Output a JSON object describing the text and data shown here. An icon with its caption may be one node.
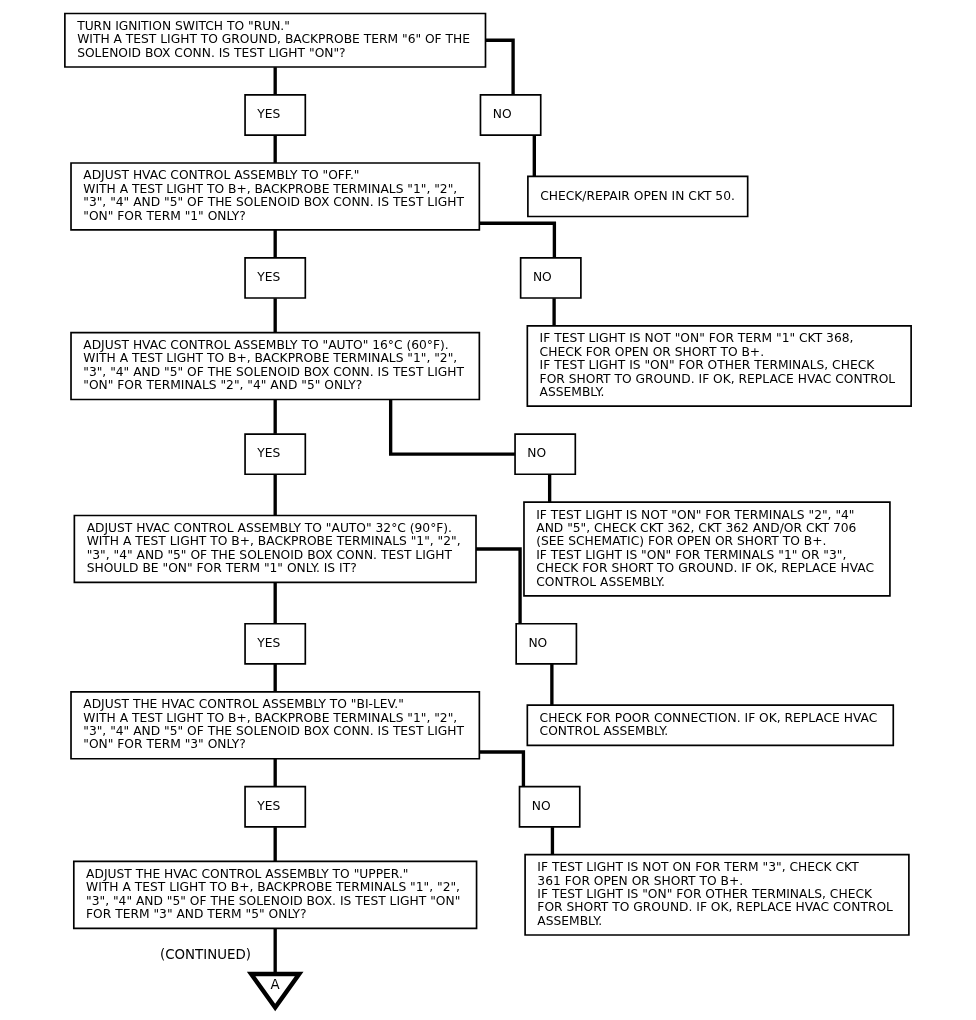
{
  "diagram": {
    "nodes": [
      {
        "text": [
          "TURN IGNITION SWITCH TO \"RUN.\"",
          "WITH A TEST LIGHT TO GROUND, BACKPROBE TERM \"6\" OF THE SOLENOID BOX CONN. IS TEST LIGHT \"ON\"?"
        ]
      },
      {
        "text": [
          "YES"
        ]
      },
      {
        "text": [
          "NO"
        ]
      },
      {
        "text": [
          "ADJUST HVAC CONTROL ASSEMBLY TO \"OFF.\"",
          "WITH A TEST LIGHT TO B+, BACKPROBE TERMINALS \"1\", \"2\", \"3\", \"4\" AND \"5\" OF THE SOLENOID BOX CONN. IS TEST LIGHT \"ON\" FOR TERM \"1\" ONLY?"
        ]
      },
      {
        "text": [
          "CHECK/REPAIR OPEN IN CKT 50."
        ]
      },
      {
        "text": [
          "YES"
        ]
      },
      {
        "text": [
          "NO"
        ]
      },
      {
        "text": [
          "ADJUST HVAC CONTROL ASSEMBLY TO \"AUTO\" 16°C (60°F).",
          "WITH A TEST LIGHT TO B+, BACKPROBE TERMINALS \"1\", \"2\", \"3\", \"4\" AND \"5\" OF THE SOLENOID BOX CONN. IS TEST LIGHT \"ON\" FOR TERMINALS \"2\", \"4\" AND \"5\" ONLY?"
        ]
      },
      {
        "text": [
          "IF TEST LIGHT IS NOT \"ON\" FOR TERM \"1\" CKT 368, CHECK FOR OPEN OR SHORT TO B+.",
          "IF TEST LIGHT IS \"ON\" FOR OTHER TERMINALS, CHECK FOR SHORT TO GROUND. IF OK, REPLACE HVAC CONTROL ASSEMBLY."
        ]
      },
      {
        "text": [
          "YES"
        ]
      },
      {
        "text": [
          "NO"
        ]
      },
      {
        "text": [
          "ADJUST HVAC CONTROL ASSEMBLY TO \"AUTO\" 32°C (90°F).",
          "WITH A TEST LIGHT TO B+, BACKPROBE TERMINALS \"1\", \"2\", \"3\", \"4\" AND \"5\" OF THE SOLENOID BOX CONN. TEST LIGHT SHOULD BE \"ON\" FOR TERM \"1\" ONLY. IS IT?"
        ]
      },
      {
        "text": [
          "IF TEST LIGHT IS NOT \"ON\" FOR TERMINALS \"2\", \"4\" AND \"5\", CHECK CKT 362, CKT 362 AND/OR CKT 706 (SEE SCHEMATIC) FOR OPEN OR SHORT TO B+.",
          "IF TEST LIGHT IS \"ON\" FOR TERMINALS \"1\" OR \"3\", CHECK FOR SHORT TO GROUND. IF OK, REPLACE HVAC CONTROL ASSEMBLY."
        ]
      },
      {
        "text": [
          "YES"
        ]
      },
      {
        "text": [
          "NO"
        ]
      },
      {
        "text": [
          "ADJUST THE HVAC CONTROL ASSEMBLY TO \"BI-LEV.\"",
          "WITH A TEST LIGHT TO B+, BACKPROBE TERMINALS \"1\", \"2\", \"3\", \"4\" AND \"5\" OF THE SOLENOID BOX CONN. IS TEST LIGHT \"ON\" FOR TERM \"3\" ONLY?"
        ]
      },
      {
        "text": [
          "CHECK FOR POOR CONNECTION. IF OK, REPLACE HVAC CONTROL ASSEMBLY."
        ]
      },
      {
        "text": [
          "YES"
        ]
      },
      {
        "text": [
          "NO"
        ]
      },
      {
        "text": [
          "ADJUST THE HVAC CONTROL ASSEMBLY TO \"UPPER.\"",
          "WITH A TEST LIGHT TO B+, BACKPROBE TERMINALS \"1\", \"2\", \"3\", \"4\" AND \"5\" OF THE SOLENOID BOX. IS TEST LIGHT \"ON\" FOR TERM \"3\" AND TERM \"5\" ONLY?"
        ]
      },
      {
        "text": [
          "IF TEST LIGHT IS NOT ON FOR TERM \"3\", CHECK CKT 361 FOR OPEN OR SHORT TO B+.",
          "IF TEST LIGHT IS \"ON\" FOR OTHER TERMINALS, CHECK FOR SHORT TO GROUND. IF OK, REPLACE HVAC CONTROL ASSEMBLY."
        ]
      },
      {
        "text": [
          "A"
        ],
        "beside": [
          "(CONTINUED)"
        ]
      }
    ],
    "edges": [
      {
        "from": 0,
        "to": 1,
        "arrow": "none"
      },
      {
        "from": 0,
        "to": 2,
        "arrow": "none"
      },
      {
        "from": 1,
        "to": 3,
        "arrow": "none"
      },
      {
        "from": 2,
        "to": 4,
        "arrow": "none"
      },
      {
        "from": 3,
        "to": 5,
        "arrow": "none"
      },
      {
        "from": 3,
        "to": 6,
        "arrow": "none"
      },
      {
        "from": 5,
        "to": 7,
        "arrow": "none"
      },
      {
        "from": 6,
        "to": 8,
        "arrow": "none"
      },
      {
        "from": 7,
        "to": 9,
        "arrow": "none"
      },
      {
        "from": 7,
        "to": 10,
        "arrow": "none"
      },
      {
        "from": 9,
        "to": 11,
        "arrow": "none"
      },
      {
        "from": 10,
        "to": 12,
        "arrow": "none"
      },
      {
        "from": 11,
        "to": 13,
        "arrow": "none"
      },
      {
        "from": 11,
        "to": 14,
        "arrow": "none"
      },
      {
        "from": 13,
        "to": 15,
        "arrow": "none"
      },
      {
        "from": 14,
        "to": 16,
        "arrow": "none"
      },
      {
        "from": 15,
        "to": 17,
        "arrow": "none"
      },
      {
        "from": 15,
        "to": 18,
        "arrow": "none"
      },
      {
        "from": 17,
        "to": 19,
        "arrow": "none"
      },
      {
        "from": 18,
        "to": 20,
        "arrow": "none"
      },
      {
        "from": 19,
        "to": 21,
        "arrow": "none"
      }
    ]
  }
}
